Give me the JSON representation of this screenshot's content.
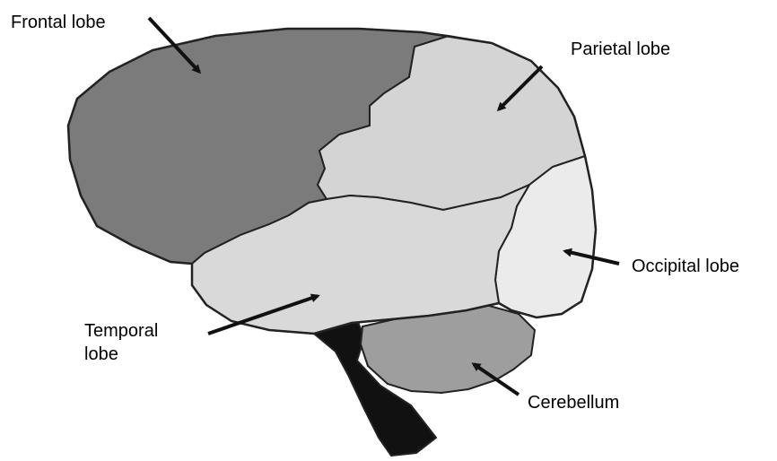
{
  "labels": {
    "frontal": "Frontal lobe",
    "parietal": "Parietal lobe",
    "occipital": "Occipital lobe",
    "temporal_line1": "Temporal",
    "temporal_line2": "lobe",
    "cerebellum": "Cerebellum"
  },
  "colors": {
    "frontal": "#7b7b7b",
    "parietal": "#d4d4d4",
    "occipital": "#ebebeb",
    "temporal": "#d9d9d9",
    "cerebellum": "#9e9e9e",
    "brainstem": "#111111",
    "outline": "#222222",
    "arrow": "#111111"
  }
}
